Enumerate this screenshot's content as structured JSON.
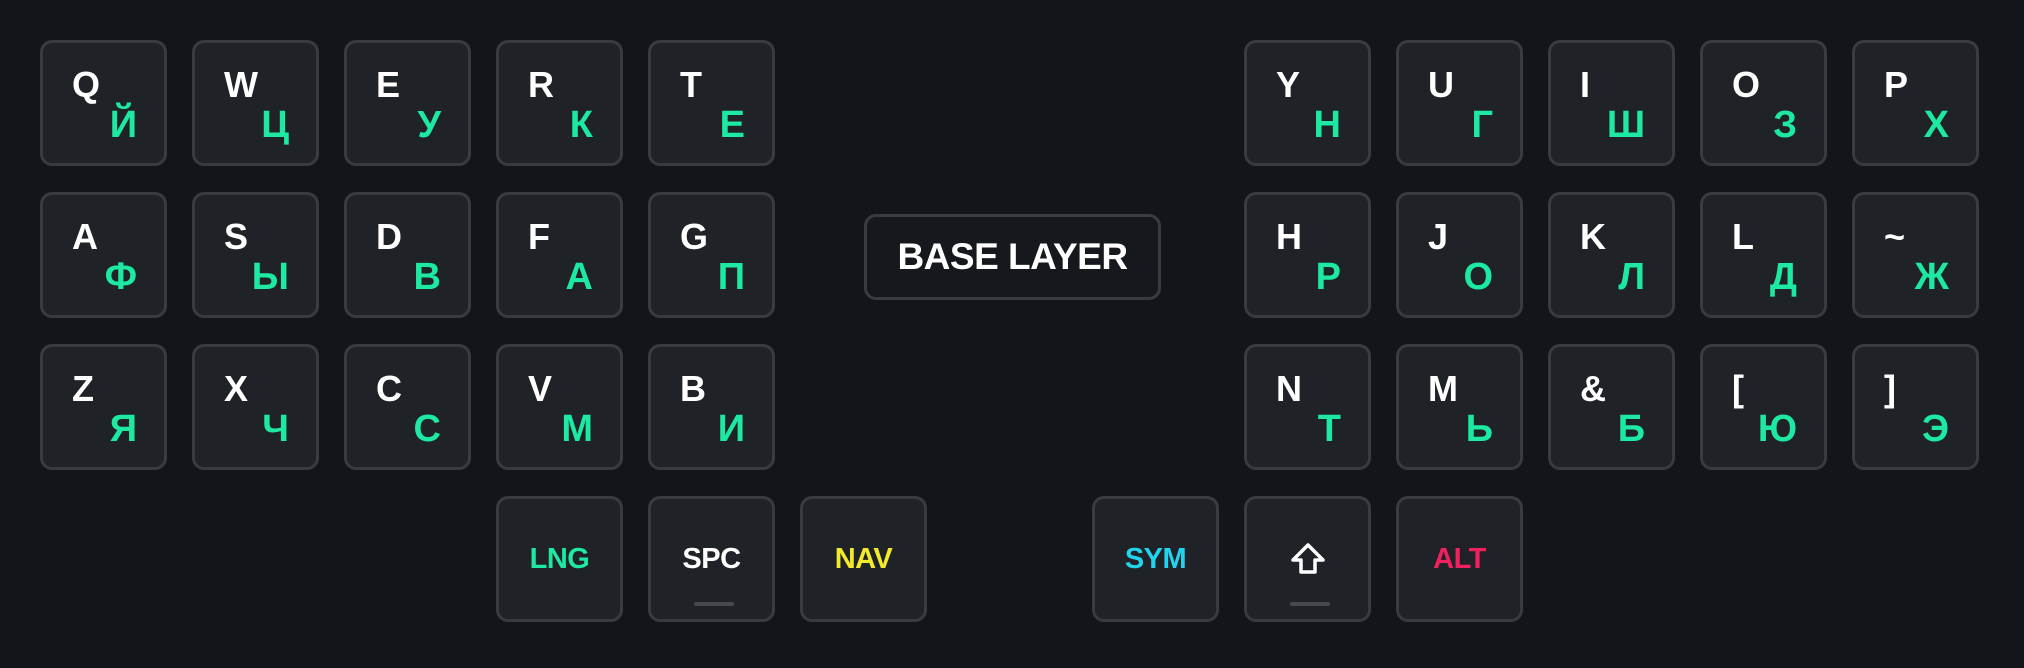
{
  "colors": {
    "background": "#121519",
    "key_fill": "#1f2226",
    "key_border": "#383b40",
    "primary_text": "#ffffff",
    "cyrillic": "#1de9a2",
    "lng": "#1de9a2",
    "nav": "#f2ea2b",
    "sym": "#22d3ee",
    "alt": "#f0215e"
  },
  "layer_label": "BASE LAYER",
  "left_rows": [
    [
      [
        "Q",
        "Й"
      ],
      [
        "W",
        "Ц"
      ],
      [
        "E",
        "У"
      ],
      [
        "R",
        "К"
      ],
      [
        "T",
        "Е"
      ]
    ],
    [
      [
        "A",
        "Ф"
      ],
      [
        "S",
        "Ы"
      ],
      [
        "D",
        "В"
      ],
      [
        "F",
        "А"
      ],
      [
        "G",
        "П"
      ]
    ],
    [
      [
        "Z",
        "Я"
      ],
      [
        "X",
        "Ч"
      ],
      [
        "C",
        "С"
      ],
      [
        "V",
        "М"
      ],
      [
        "B",
        "И"
      ]
    ]
  ],
  "right_rows": [
    [
      [
        "Y",
        "Н"
      ],
      [
        "U",
        "Г"
      ],
      [
        "I",
        "Ш"
      ],
      [
        "O",
        "З"
      ],
      [
        "P",
        "Х"
      ]
    ],
    [
      [
        "H",
        "Р"
      ],
      [
        "J",
        "О"
      ],
      [
        "K",
        "Л"
      ],
      [
        "L",
        "Д"
      ],
      [
        "~",
        "Ж"
      ]
    ],
    [
      [
        "N",
        "Т"
      ],
      [
        "M",
        "Ь"
      ],
      [
        "&",
        "Б"
      ],
      [
        "[",
        "Ю"
      ],
      [
        "]",
        "Э"
      ]
    ]
  ],
  "thumbs_left": [
    {
      "label": "LNG",
      "color": "lng",
      "home": false
    },
    {
      "label": "SPC",
      "color": "primary_text",
      "home": true
    },
    {
      "label": "NAV",
      "color": "nav",
      "home": false
    }
  ],
  "thumbs_right": [
    {
      "label": "SYM",
      "color": "sym",
      "home": false
    },
    {
      "icon": "shift-icon",
      "color": "primary_text",
      "home": true
    },
    {
      "label": "ALT",
      "color": "alt",
      "home": false
    }
  ]
}
